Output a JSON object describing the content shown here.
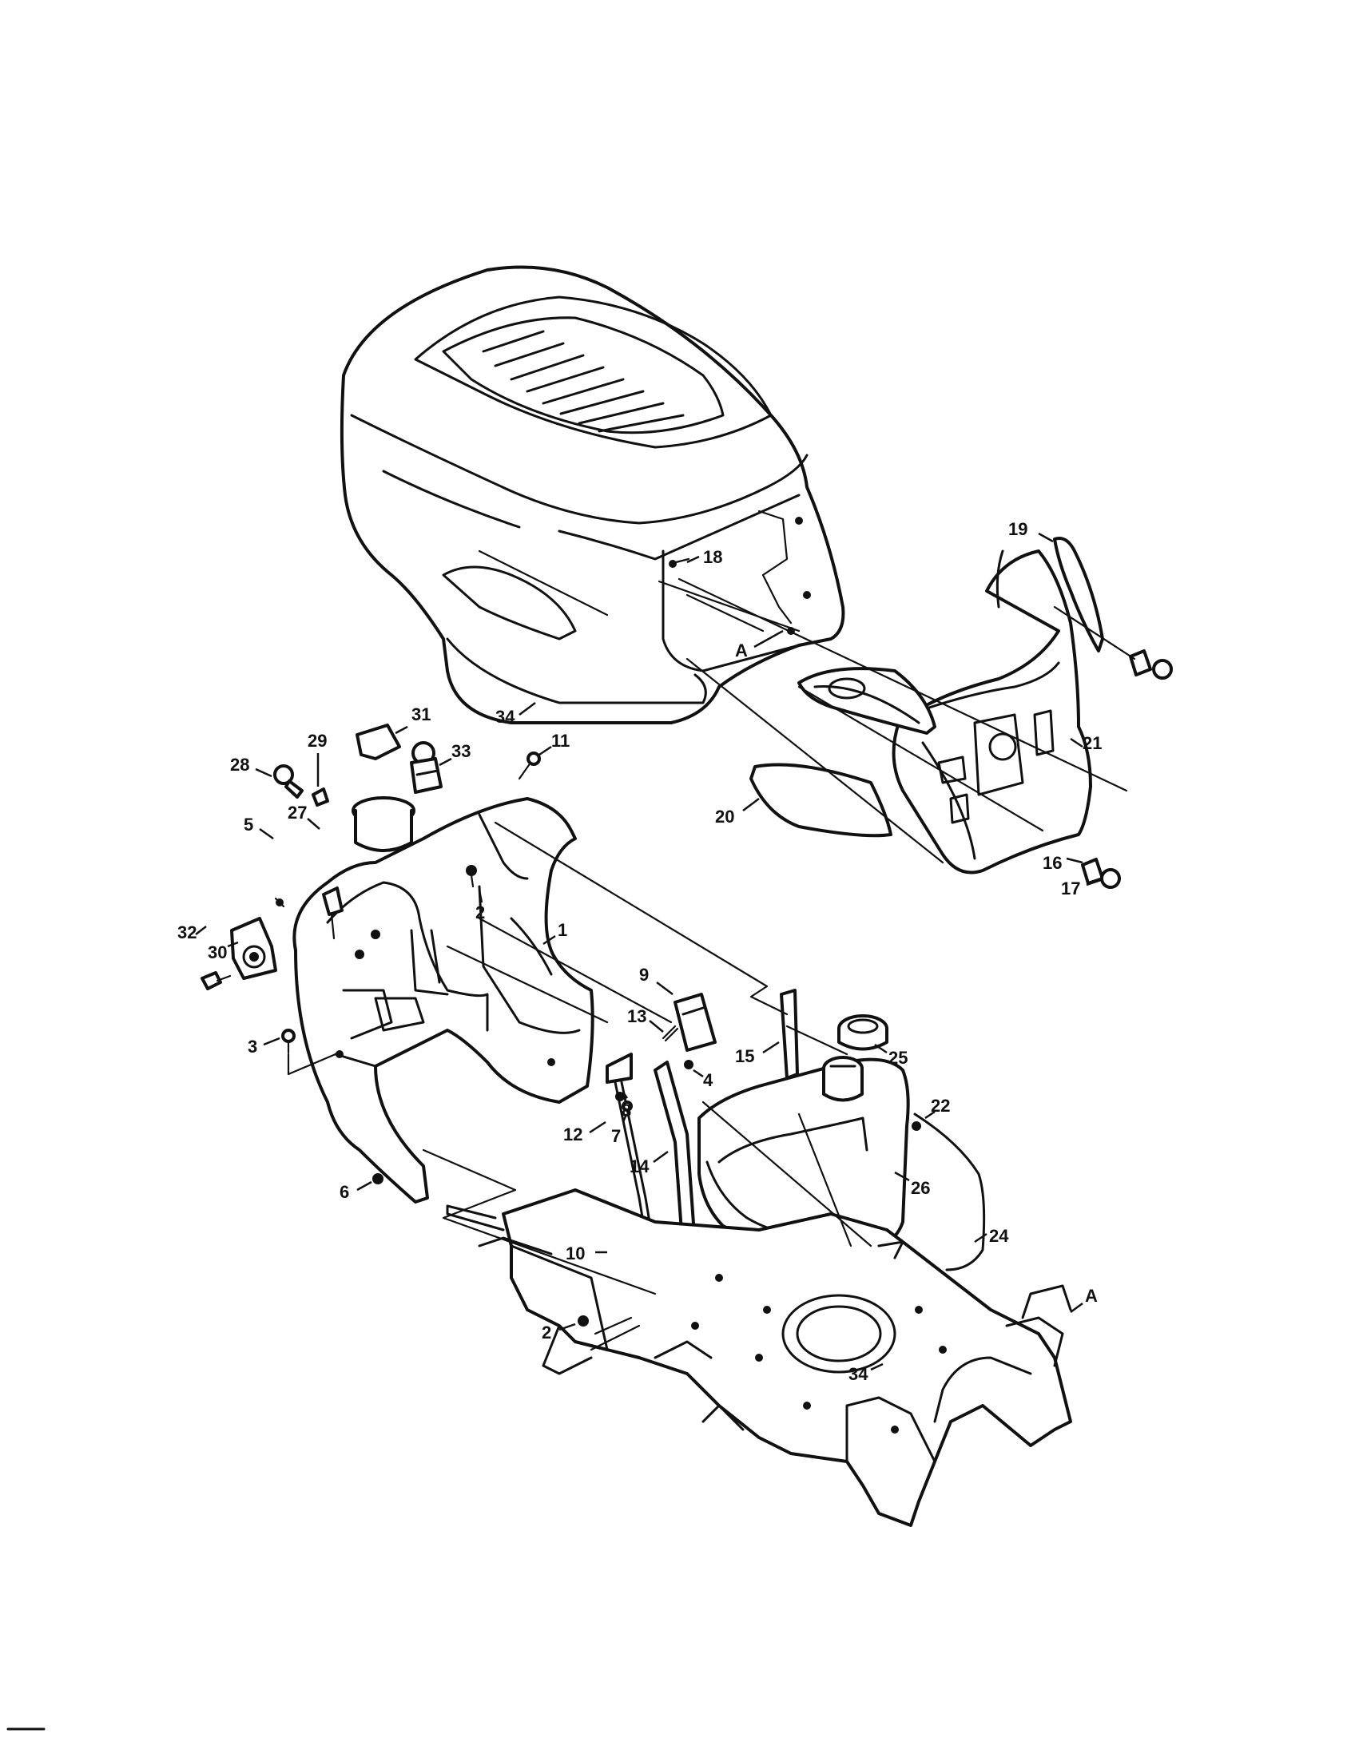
{
  "diagram": {
    "type": "exploded-parts-diagram",
    "accent_color": "#111111",
    "background_color": "#ffffff"
  },
  "callouts": [
    {
      "id": "c18",
      "label": "18"
    },
    {
      "id": "c19",
      "label": "19"
    },
    {
      "id": "cA1",
      "label": "A"
    },
    {
      "id": "c34a",
      "label": "34"
    },
    {
      "id": "c31",
      "label": "31"
    },
    {
      "id": "c29",
      "label": "29"
    },
    {
      "id": "c33",
      "label": "33"
    },
    {
      "id": "c11",
      "label": "11"
    },
    {
      "id": "c28",
      "label": "28"
    },
    {
      "id": "c21",
      "label": "21"
    },
    {
      "id": "c27",
      "label": "27"
    },
    {
      "id": "c5",
      "label": "5"
    },
    {
      "id": "c20",
      "label": "20"
    },
    {
      "id": "c16",
      "label": "16"
    },
    {
      "id": "c17",
      "label": "17"
    },
    {
      "id": "c2a",
      "label": "2"
    },
    {
      "id": "c32",
      "label": "32"
    },
    {
      "id": "c30",
      "label": "30"
    },
    {
      "id": "c1",
      "label": "1"
    },
    {
      "id": "c9",
      "label": "9"
    },
    {
      "id": "c13",
      "label": "13"
    },
    {
      "id": "c3",
      "label": "3"
    },
    {
      "id": "c15",
      "label": "15"
    },
    {
      "id": "c25",
      "label": "25"
    },
    {
      "id": "c4",
      "label": "4"
    },
    {
      "id": "c8",
      "label": "8"
    },
    {
      "id": "c22",
      "label": "22"
    },
    {
      "id": "c7",
      "label": "7"
    },
    {
      "id": "c12",
      "label": "12"
    },
    {
      "id": "c14",
      "label": "14"
    },
    {
      "id": "c6",
      "label": "6"
    },
    {
      "id": "c26",
      "label": "26"
    },
    {
      "id": "c24",
      "label": "24"
    },
    {
      "id": "c10",
      "label": "10"
    },
    {
      "id": "cA2",
      "label": "A"
    },
    {
      "id": "c2b",
      "label": "2"
    },
    {
      "id": "c34b",
      "label": "34"
    }
  ]
}
